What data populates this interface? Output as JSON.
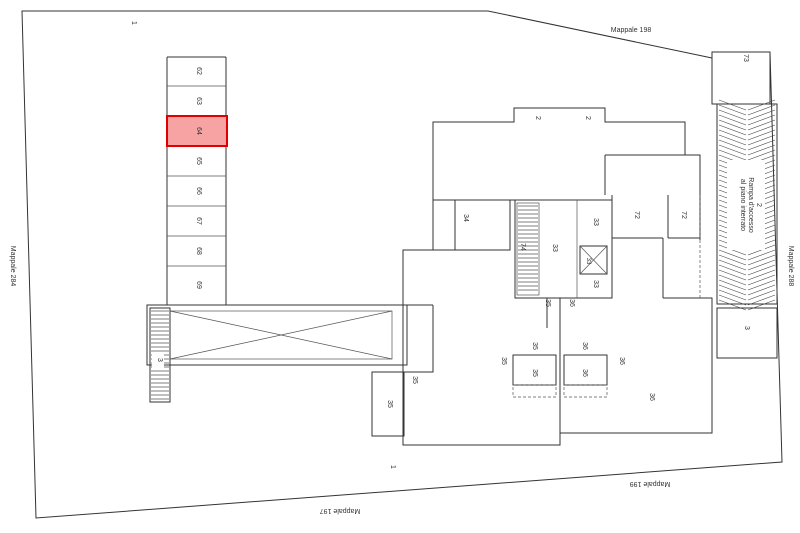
{
  "neighbors": {
    "top": "Mappale 198",
    "left": "Mappale 284",
    "right": "Mappale 288",
    "bottom_left": "Mappale 197",
    "bottom_right": "Mappale 199"
  },
  "parking_column": [
    "62",
    "63",
    "64",
    "65",
    "66",
    "67",
    "68",
    "69"
  ],
  "highlighted_space": "64",
  "highlight_color": "#f7a3a3",
  "highlight_border": "#e00000",
  "ramp": {
    "line1": "Rampa d'accesso",
    "line2": "al piano interrato",
    "number": "2"
  },
  "unit_labels": {
    "n1_top": "1",
    "n1_bottom": "1",
    "n2_a": "2",
    "n2_b": "2",
    "n3_left": "3",
    "n3_right": "3",
    "n33_a": "33",
    "n33_b": "33",
    "n33_c": "33",
    "n33_d": "33",
    "n34": "34",
    "n35_a": "35",
    "n35_b": "35",
    "n35_c": "35",
    "n35_d": "35",
    "n35_e": "35",
    "n35_f": "35",
    "n36_a": "36",
    "n36_b": "36",
    "n36_c": "36",
    "n36_d": "36",
    "n36_e": "36",
    "n72_a": "72",
    "n72_b": "72",
    "n73": "73",
    "n74": "74"
  }
}
